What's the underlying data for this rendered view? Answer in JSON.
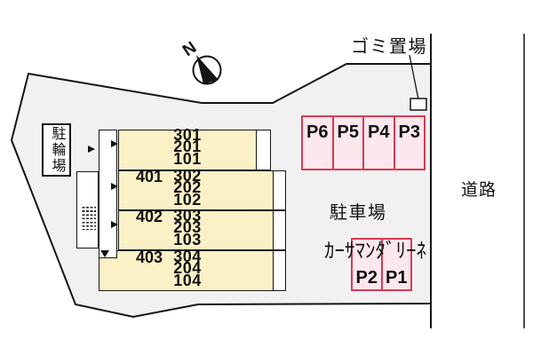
{
  "labels": {
    "bike_parking": "駐輪場",
    "garbage": "ゴミ置場",
    "road": "道路",
    "parking_lot": "駐車場",
    "building_name": "ｶｰｻﾏﾝﾀﾞﾘｰﾈ"
  },
  "compass": {
    "north_label": "N"
  },
  "building": {
    "rows": [
      {
        "floor_label": "",
        "units": "301\n201\n101"
      },
      {
        "floor_label": "401",
        "units": "302\n202\n102"
      },
      {
        "floor_label": "402",
        "units": "303\n203\n103"
      },
      {
        "floor_label": "403",
        "units": "304\n204\n104"
      }
    ]
  },
  "parking": {
    "upper_spaces": [
      "P6",
      "P5",
      "P4",
      "P3"
    ],
    "lower_spaces": [
      "P2",
      "P1"
    ]
  },
  "colors": {
    "site_fill": "#F1F1F1",
    "room_fill": "#FAF2C6",
    "stall_fill": "#FBE7ED",
    "stall_border": "#D93A52",
    "line": "#141414"
  }
}
